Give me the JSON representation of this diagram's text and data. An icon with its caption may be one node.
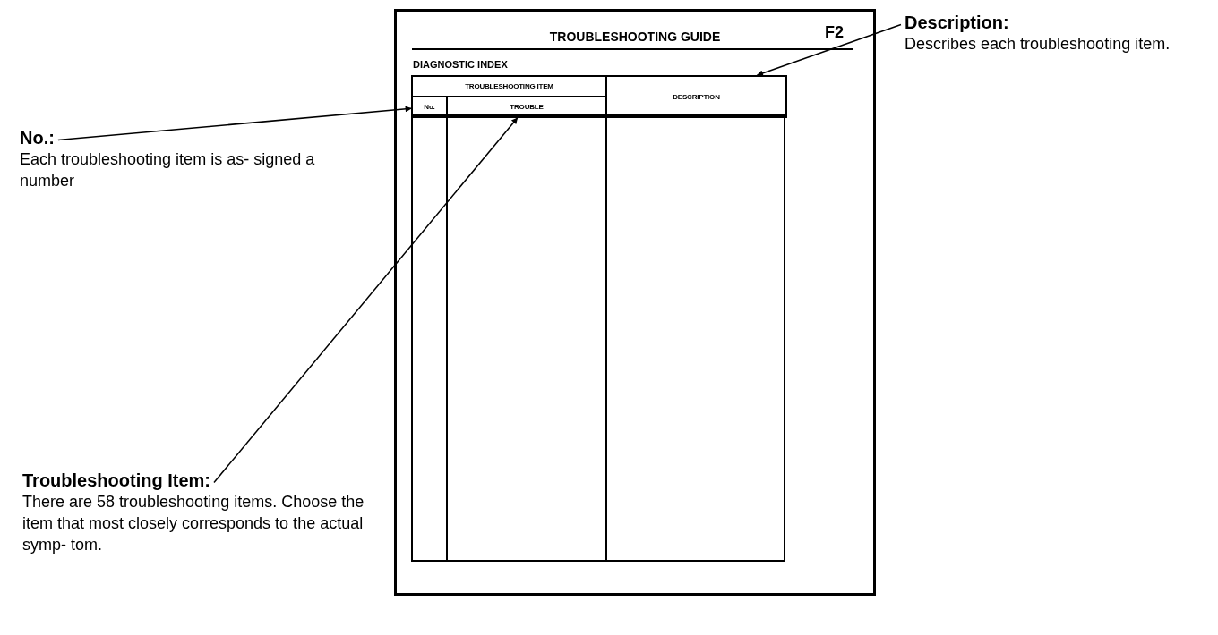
{
  "diagram": {
    "nodes": [
      {
        "text": [
          "TROUBLESHOOTING GUIDE",
          "F2",
          "DIAGNOSTIC INDEX"
        ]
      },
      {
        "text": [
          "TROUBLESHOOTING ITEM"
        ],
        "in": 0
      },
      {
        "text": [
          "DESCRIPTION"
        ],
        "in": 0
      },
      {
        "text": [
          "No."
        ],
        "in": 0
      },
      {
        "text": [
          "TROUBLE"
        ],
        "in": 0
      },
      {
        "text": [
          "No.:",
          "Each troubleshooting item is as- signed a number"
        ]
      },
      {
        "text": [
          "Troubleshooting Item:",
          "There are 58 troubleshooting items. Choose the item that most closely corresponds to the actual symp- tom."
        ]
      },
      {
        "text": [
          "Description:",
          "Describes each troubleshooting item."
        ]
      }
    ],
    "edges": [
      {
        "from": 5,
        "to": 3,
        "arrow": "to"
      },
      {
        "from": 6,
        "to": 4,
        "arrow": "to"
      },
      {
        "from": 7,
        "to": 2,
        "arrow": "to"
      }
    ]
  }
}
